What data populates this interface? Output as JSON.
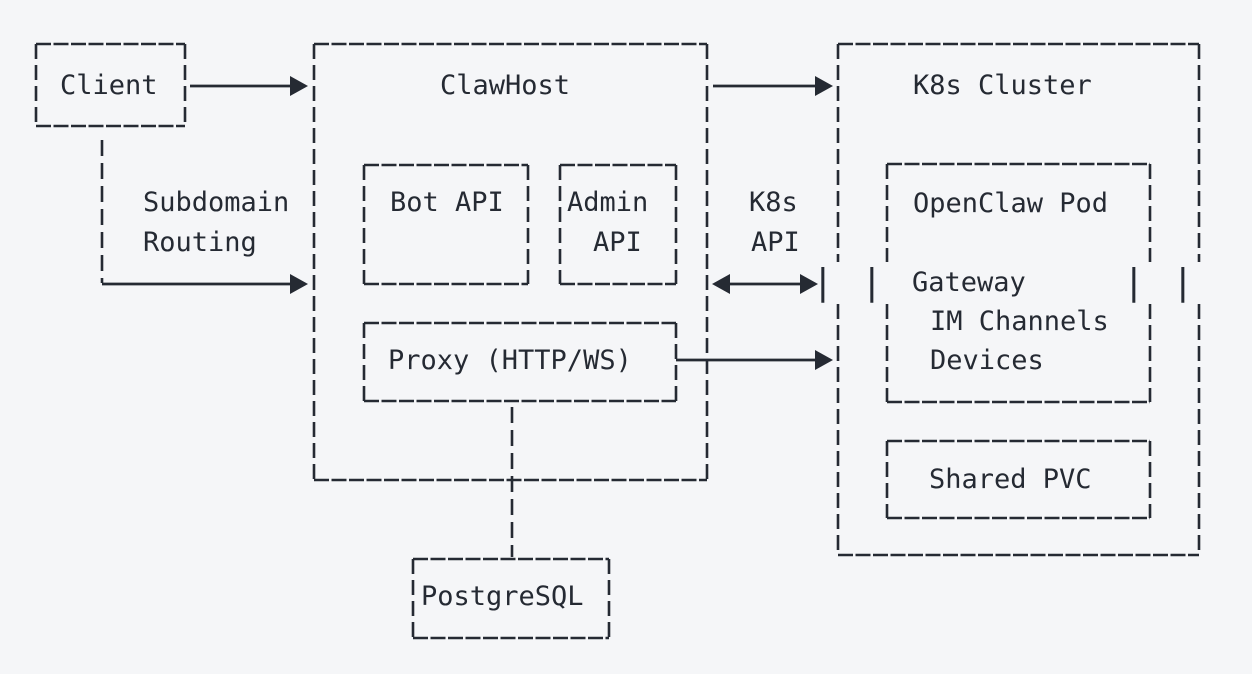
{
  "diagram": {
    "background_color": "#f5f6f8",
    "ink_color": "#252a33",
    "nodes": {
      "client": {
        "label": "Client"
      },
      "clawhost": {
        "label": "ClawHost",
        "children": {
          "bot_api": {
            "label": "Bot API"
          },
          "admin_api": {
            "lines": [
              "Admin",
              "API"
            ]
          },
          "proxy": {
            "label": "Proxy (HTTP/WS)"
          }
        }
      },
      "k8s_cluster": {
        "label": "K8s Cluster",
        "children": {
          "openclaw_pod": {
            "label": "OpenClaw Pod",
            "components": [
              "Gateway",
              "IM Channels",
              "Devices"
            ]
          },
          "shared_pvc": {
            "label": "Shared PVC"
          }
        }
      },
      "postgresql": {
        "label": "PostgreSQL"
      }
    },
    "edge_labels": {
      "subdomain_routing": {
        "lines": [
          "Subdomain",
          "Routing"
        ]
      },
      "k8s_api": {
        "lines": [
          "K8s",
          "API"
        ]
      }
    },
    "edges": [
      {
        "from": "Client",
        "to": "ClawHost",
        "style": "solid-arrow"
      },
      {
        "from": "Client",
        "to": "ClawHost",
        "label": "Subdomain Routing",
        "style": "dashed-elbow-arrow"
      },
      {
        "from": "ClawHost",
        "to": "K8s Cluster",
        "style": "solid-arrow"
      },
      {
        "from": "ClawHost",
        "to": "K8s Cluster",
        "label": "K8s API",
        "style": "double-headed-arrow"
      },
      {
        "from": "Proxy (HTTP/WS)",
        "to": "OpenClaw Pod",
        "style": "solid-arrow"
      },
      {
        "from": "Proxy (HTTP/WS)",
        "to": "PostgreSQL",
        "style": "dashed-line"
      }
    ],
    "glyphs": {
      "pipe": "|"
    }
  }
}
